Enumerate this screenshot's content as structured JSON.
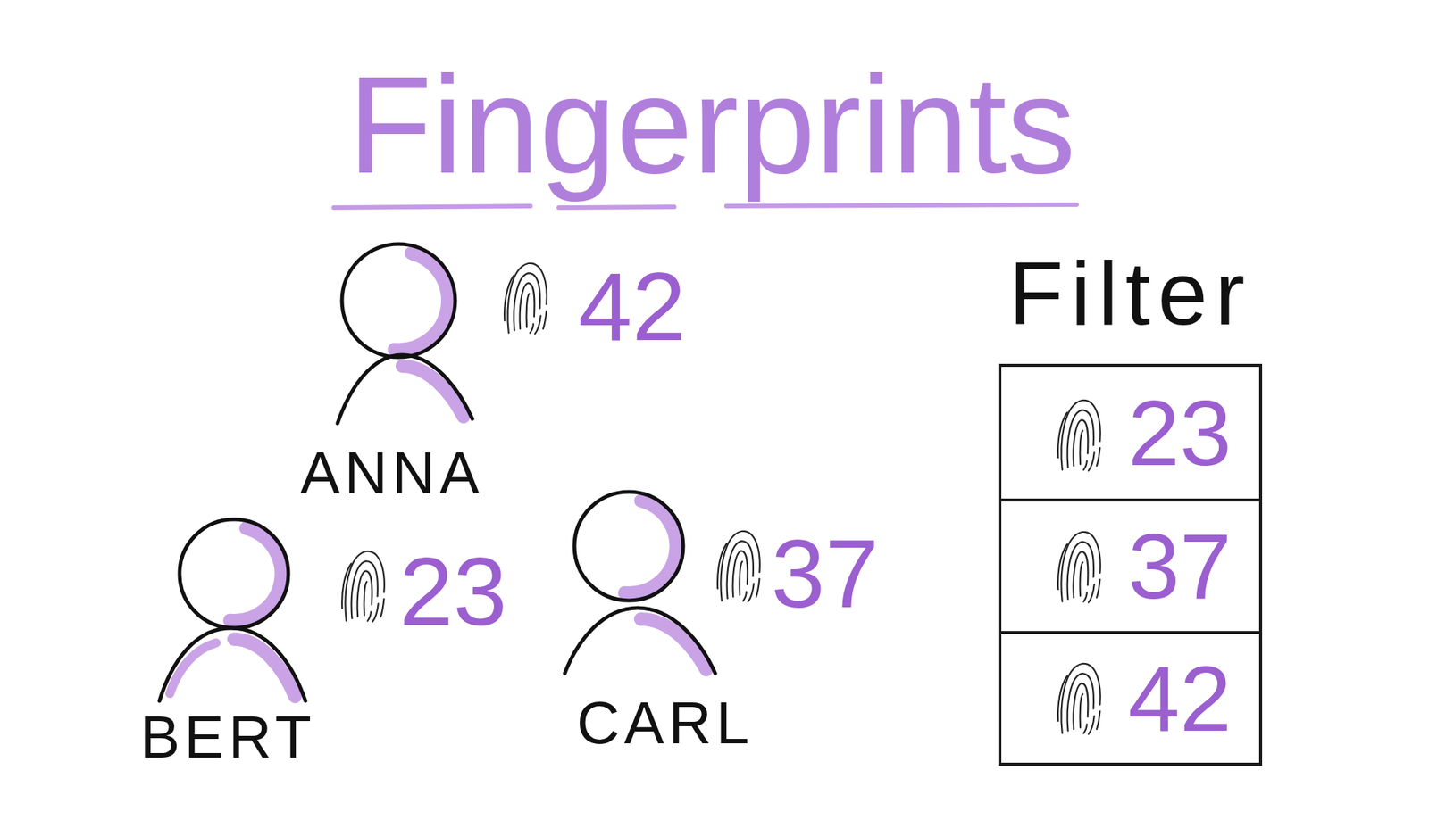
{
  "diagram": {
    "title": "Fingerprints",
    "nodes": [
      {
        "text": [
          "Filter"
        ]
      },
      {
        "text": [
          "23"
        ],
        "in": 0
      },
      {
        "text": [
          "37"
        ],
        "in": 0
      },
      {
        "text": [
          "42"
        ],
        "in": 0
      }
    ],
    "labels": [
      "ANNA",
      "42",
      "BERT",
      "23",
      "CARL",
      "37"
    ]
  }
}
